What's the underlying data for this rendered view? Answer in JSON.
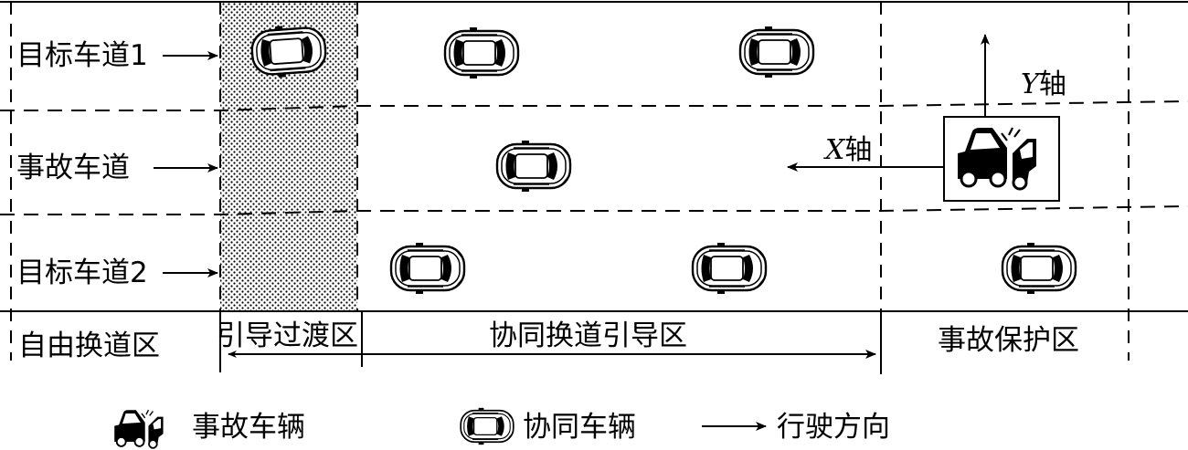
{
  "lanes": [
    {
      "label": "目标车道1"
    },
    {
      "label": "事故车道"
    },
    {
      "label": "目标车道2"
    }
  ],
  "zones": [
    {
      "label": "自由换道区"
    },
    {
      "label": "引导过渡区"
    },
    {
      "label": "协同换道引导区"
    },
    {
      "label": "事故保护区"
    }
  ],
  "axes": {
    "y_var": "Y",
    "y_word": "轴",
    "x_var": "X",
    "x_word": "轴"
  },
  "legend": {
    "accident_vehicle": "事故车辆",
    "cooperative_vehicle": "协同车辆",
    "driving_direction": "行驶方向"
  },
  "icons": {
    "vehicle": "car-top-view-icon",
    "accident": "crashed-car-icon",
    "arrow": "right-arrow-icon"
  }
}
